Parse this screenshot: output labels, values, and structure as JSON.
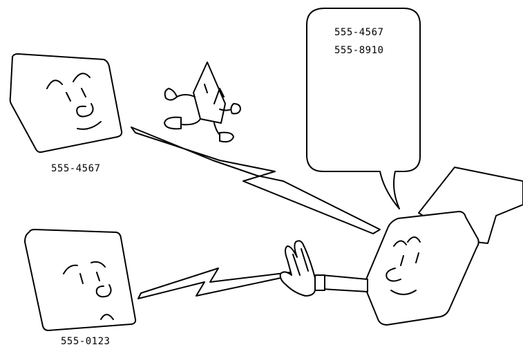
{
  "phones": {
    "top_left_number": "555-4567",
    "bottom_left_number": "555-0123"
  },
  "bubble": {
    "lines": [
      "555-4567",
      "555-8910"
    ]
  }
}
